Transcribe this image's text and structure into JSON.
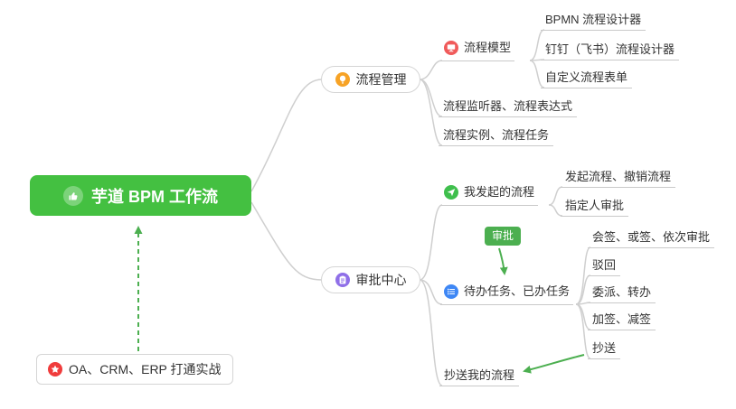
{
  "colors": {
    "root_bg": "#44c041",
    "connector": "#cfcfcf",
    "underline": "#c9c9c9",
    "arrow_green": "#4caf50",
    "badge_bg": "#4caf50",
    "icon_orange": "#f7a326",
    "icon_purple": "#8f6fe8",
    "icon_red": "#f05a5a",
    "icon_star_red": "#f03c3c",
    "icon_green": "#3fbf4d",
    "icon_blue": "#3e87f5"
  },
  "root": {
    "label": "芋道 BPM 工作流"
  },
  "practice": {
    "label": "OA、CRM、ERP 打通实战"
  },
  "process": {
    "label": "流程管理",
    "model": {
      "label": "流程模型",
      "bpmn": "BPMN 流程设计器",
      "dingtalk": "钉钉（飞书）流程设计器",
      "custom_form": "自定义流程表单"
    },
    "listener": "流程监听器、流程表达式",
    "instance": "流程实例、流程任务"
  },
  "approval": {
    "label": "审批中心",
    "badge": "审批",
    "my_initiated": {
      "label": "我发起的流程",
      "initiate_cancel": "发起流程、撤销流程",
      "assignee": "指定人审批"
    },
    "todo_done": {
      "label": "待办任务、已办任务",
      "countersign": "会签、或签、依次审批",
      "reject": "驳回",
      "delegate": "委派、转办",
      "add_sign": "加签、减签",
      "cc": "抄送"
    },
    "cc_my": "抄送我的流程"
  }
}
